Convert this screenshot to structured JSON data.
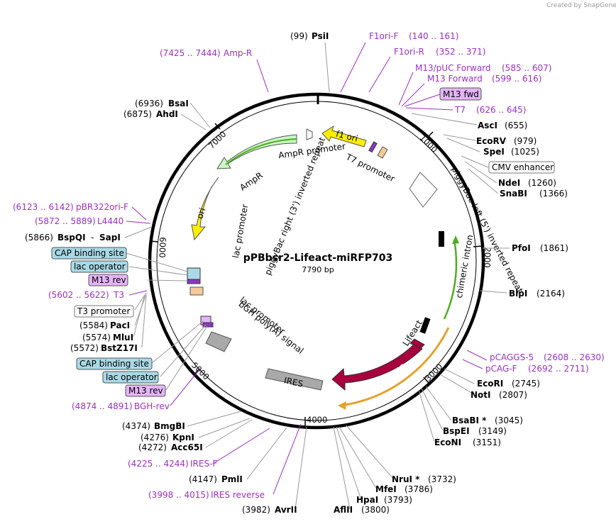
{
  "watermark": "Created by SnapGene",
  "plasmid": {
    "name": "pPBbsr2-Lifeact-miRFP703",
    "length": "7790 bp"
  },
  "colors": {
    "primer": "#9b2fc4",
    "ring": "#000000",
    "ampr": "#c9f7c3",
    "ori": "#ffee00",
    "f1ori": "#ffee00",
    "mirfp": "#a8003c",
    "ires": "#a9a9a9",
    "bgh": "#a9a9a9",
    "cap": "#a9d9e6",
    "m13rev": "#e5b4f7",
    "lacop": "#a9d9e6",
    "green": "#4caf1f",
    "orange": "#e6a12c"
  },
  "ring_ticks": [
    {
      "label": "1000"
    },
    {
      "label": "2000"
    },
    {
      "label": "3000"
    },
    {
      "label": "4000"
    },
    {
      "label": "5000"
    },
    {
      "label": "6000"
    },
    {
      "label": "7000"
    }
  ],
  "labels": {
    "psi": {
      "pos": "(99)",
      "name": "PsiI"
    },
    "f1orif": {
      "name": "F1ori-F",
      "range": "(140 .. 161)"
    },
    "f1orir": {
      "name": "F1ori-R",
      "range": "(352 .. 371)"
    },
    "m13puc": {
      "name": "M13/pUC Forward",
      "range": "(585 .. 607)"
    },
    "m13f": {
      "name": "M13 Forward",
      "range": "(599 .. 616)"
    },
    "m13fwd": {
      "name": "M13 fwd"
    },
    "t7": {
      "name": "T7",
      "range": "(626 .. 645)"
    },
    "asci": {
      "name": "AscI",
      "pos": "(655)"
    },
    "ecorv": {
      "name": "EcoRV",
      "pos": "(979)"
    },
    "spei": {
      "name": "SpeI",
      "pos": "(1025)"
    },
    "cmv": {
      "name": "CMV enhancer"
    },
    "ndei": {
      "name": "NdeI",
      "pos": "(1260)"
    },
    "snabi": {
      "name": "SnaBI",
      "pos": "(1366)"
    },
    "pfoi": {
      "name": "PfoI",
      "pos": "(1861)"
    },
    "blpi": {
      "name": "BlpI",
      "pos": "(2164)"
    },
    "pcaggs": {
      "name": "pCAGGS-5",
      "range": "(2608 .. 2630)"
    },
    "pcagf": {
      "name": "pCAG-F",
      "range": "(2692 .. 2711)"
    },
    "ecori": {
      "name": "EcoRI",
      "pos": "(2745)"
    },
    "noti": {
      "name": "NotI",
      "pos": "(2807)"
    },
    "bsabi": {
      "name": "BsaBI *",
      "pos": "(3045)"
    },
    "bspei": {
      "name": "BspEI",
      "pos": "(3149)"
    },
    "econi": {
      "name": "EcoNI",
      "pos": "(3151)"
    },
    "nrui": {
      "name": "NruI *",
      "pos": "(3732)"
    },
    "mfei": {
      "name": "MfeI",
      "pos": "(3786)"
    },
    "hpai": {
      "name": "HpaI",
      "pos": "(3793)"
    },
    "aflii": {
      "name": "AflII",
      "pos": "(3800)"
    },
    "avrii": {
      "pos": "(3982)",
      "name": "AvrII"
    },
    "iresrev": {
      "range": "(3998 .. 4015)",
      "name": "IRES reverse"
    },
    "pmli": {
      "pos": "(4147)",
      "name": "PmlI"
    },
    "iresf": {
      "range": "(4225 .. 4244)",
      "name": "IRES-F"
    },
    "acc65i": {
      "pos": "(4272)",
      "name": "Acc65I"
    },
    "kpni": {
      "pos": "(4276)",
      "name": "KpnI"
    },
    "bmgbi": {
      "pos": "(4374)",
      "name": "BmgBI"
    },
    "bghrev": {
      "range": "(4874 .. 4891)",
      "name": "BGH-rev"
    },
    "m13rev2": {
      "name": "M13 rev"
    },
    "lacop2": {
      "name": "lac operator"
    },
    "cap2": {
      "name": "CAP binding site"
    },
    "bstz": {
      "pos": "(5572)",
      "name": "BstZ17I"
    },
    "mlui": {
      "pos": "(5574)",
      "name": "MluI"
    },
    "paci": {
      "pos": "(5584)",
      "name": "PacI"
    },
    "t3prom": {
      "name": "T3 promoter"
    },
    "t3": {
      "range": "(5602 .. 5622)",
      "name": "T3"
    },
    "m13rev1": {
      "name": "M13 rev"
    },
    "lacop1": {
      "name": "lac operator"
    },
    "cap1": {
      "name": "CAP binding site"
    },
    "bspqi": {
      "pos": "(5866)",
      "name": "BspQI",
      "sep": "-",
      "name2": "SapI"
    },
    "l4440": {
      "range": "(5872 .. 5889)",
      "name": "L4440"
    },
    "pbr": {
      "range": "(6123 .. 6142)",
      "name": "pBR322ori-F"
    },
    "ahdi": {
      "pos": "(6875)",
      "name": "AhdI"
    },
    "bsai": {
      "pos": "(6936)",
      "name": "BsaI"
    },
    "ampr": {
      "range": "(7425 .. 7444)",
      "name": "Amp-R"
    }
  },
  "features": {
    "f1ori": "f1 ori",
    "ampr_promoter": "AmpR promoter",
    "t7_promoter": "T7 promoter",
    "ampr": "AmpR",
    "pb_right": "piggyBac right (3') inverted repeat",
    "pb_left": "piggyBac left (5') inverted repeat",
    "ori": "ori",
    "lac_promoter1": "lac promoter",
    "chimeric_intron": "chimeric intron",
    "lifeact": "Lifeact",
    "mirfp": "miRFP703",
    "ires": "IRES",
    "bgh": "bGH poly(A) signal",
    "lac_promoter2": "lac promoter"
  }
}
